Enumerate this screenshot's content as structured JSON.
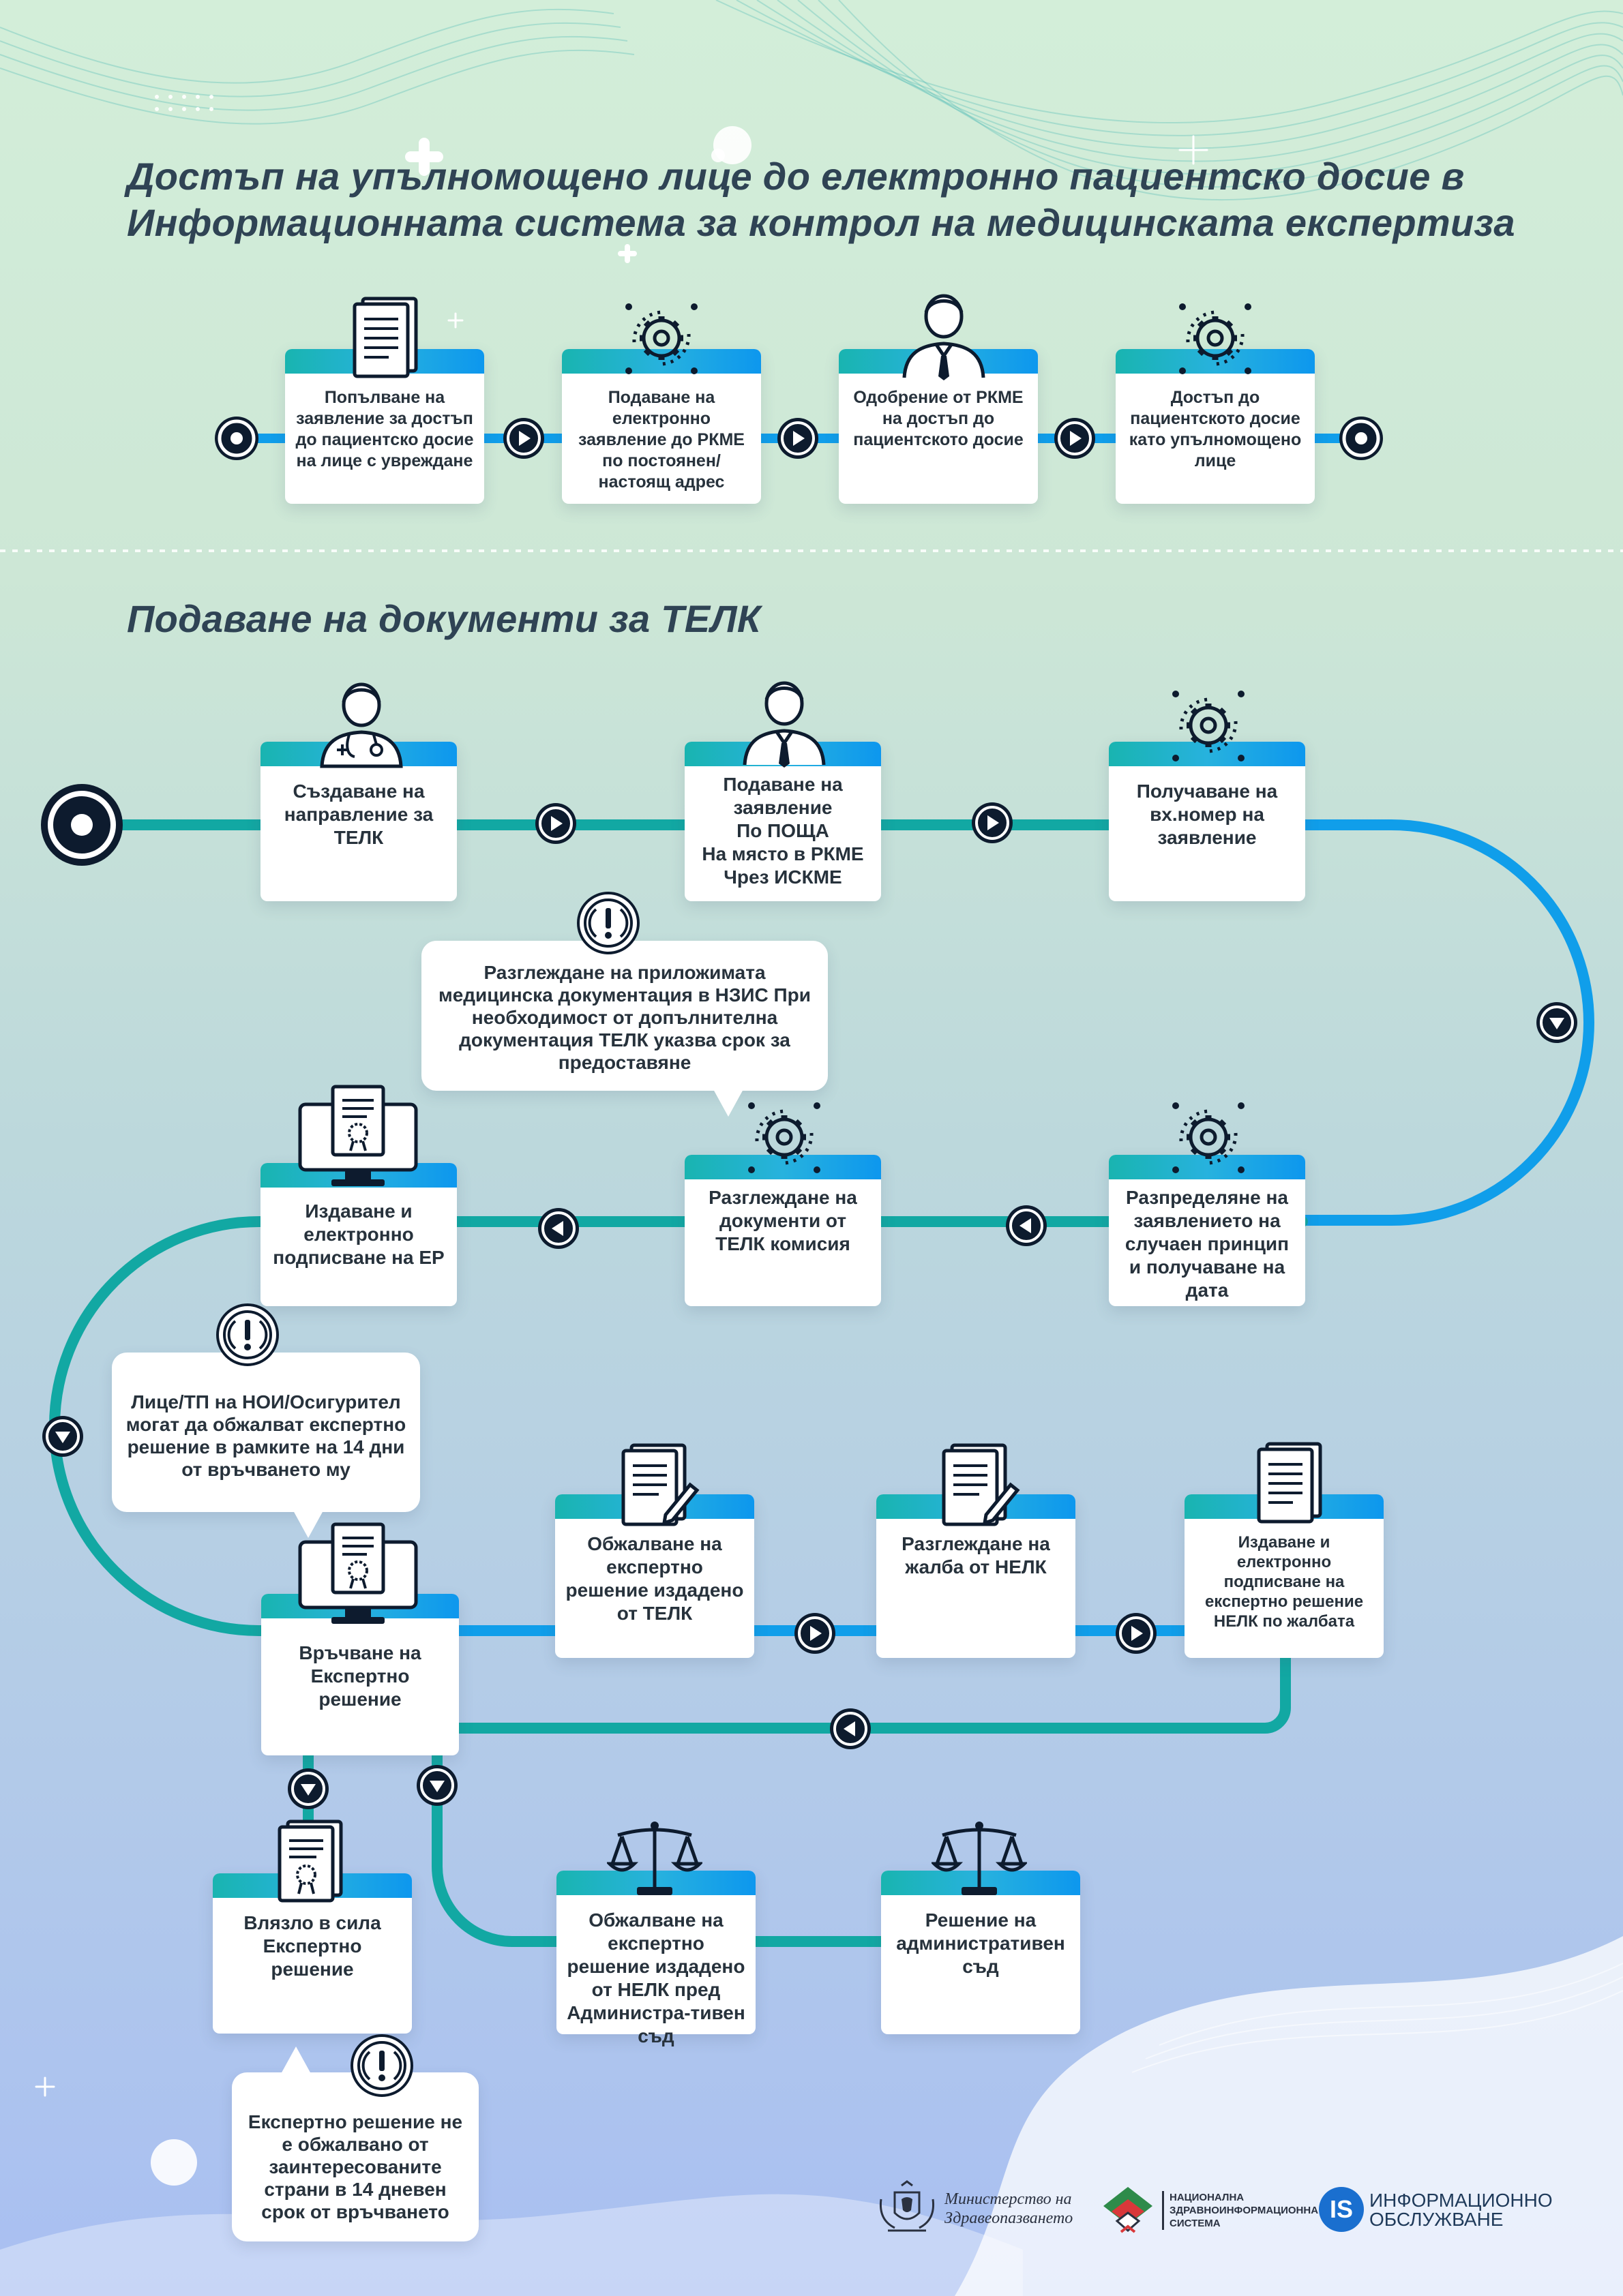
{
  "title": "Достъп на упълномощено лице до електронно пациентско досие в Информационната система за контрол на медицинската експертиза",
  "section_title": "Подаване на документи за ТЕЛК",
  "access_steps": [
    "Попълване на заявление за достъп до пациентско досие на лице с увреждане",
    "Подаване на електронно заявление до РКМЕ по постоянен/ настоящ адрес",
    "Одобрение от РКМЕ на достъп до пациентското досие",
    "Достъп до пациентското досие като упълномощено лице"
  ],
  "telk_steps": {
    "create_referral": "Създаване на направление за ТЕЛК",
    "submit_application": "Подаване на заявление\nПо ПОЩА\nНа място в РКМЕ\nЧрез ИСКМЕ",
    "receive_number": "Получаване на вх.номер на заявление",
    "distribute": "Разпределяне на заявлението на случаен принцип и получаване на дата",
    "review_documents": "Разглеждане на документи от ТЕЛК комисия",
    "issue_signing": "Издаване и електронно подписване на ЕР",
    "delivery": "Връчване на Експертно решение",
    "appeal_telk": "Обжалване на експертно решение издадено от ТЕЛК",
    "review_appeal": "Разглеждане на жалба от НЕЛК",
    "issue_nelk": "Издаване и електронно подписване на експертно решение НЕЛК по жалбата",
    "in_force": "Влязло в сила Експертно решение",
    "appeal_nelk": "Обжалване на експертно решение издадено от НЕЛК пред Админи­стра-тивен съд",
    "court_decision": "Решение на административен съд"
  },
  "notes": {
    "documentation": "Разглеждане на приложимата медицинска документация в НЗИС При необходимост от допълнителна документация ТЕЛК указва срок за предоставяне",
    "appeal_period": "Лице/ТП на НОИ/Осигурител могат да обжалват експертно решение в рамките на 14 дни от връчването му",
    "not_appealed": "Експертно решение не е обжалвано от заинтересованите страни в 14 дневен срок от връчването"
  },
  "logos": {
    "ministry_line1": "Министерство на",
    "ministry_line2": "Здравеопазването",
    "nzis_line1": "НАЦИОНАЛНА",
    "nzis_line2": "ЗДРАВНОИНФОРМАЦИОННА",
    "nzis_line3": "СИСТЕМА",
    "is_mark": "IS",
    "is_line1": "ИНФОРМАЦИОННО",
    "is_line2": "ОБСЛУЖВАНЕ"
  },
  "colors": {
    "teal": "#12a8a3",
    "blue": "#109eea",
    "navy": "#0d1b2e",
    "title": "#2f4354"
  }
}
